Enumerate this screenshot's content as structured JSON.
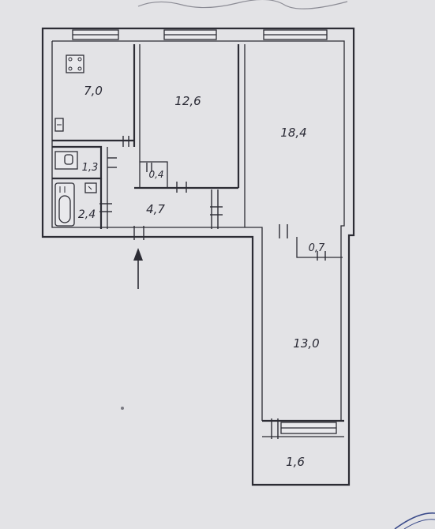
{
  "header_scribble": "",
  "rooms": [
    {
      "id": "kitchen",
      "area": "7,0"
    },
    {
      "id": "room-middle",
      "area": "12,6"
    },
    {
      "id": "room-large",
      "area": "18,4"
    },
    {
      "id": "wc",
      "area": "1,3"
    },
    {
      "id": "closet-small",
      "area": "0,4"
    },
    {
      "id": "bathroom",
      "area": "2,4"
    },
    {
      "id": "hallway",
      "area": "4,7"
    },
    {
      "id": "closet-right",
      "area": "0,7"
    },
    {
      "id": "room-lower",
      "area": "13,0"
    },
    {
      "id": "balcony",
      "area": "1,6"
    }
  ],
  "colors": {
    "paper": "#e3e3e6",
    "ink": "#2c2c34"
  }
}
